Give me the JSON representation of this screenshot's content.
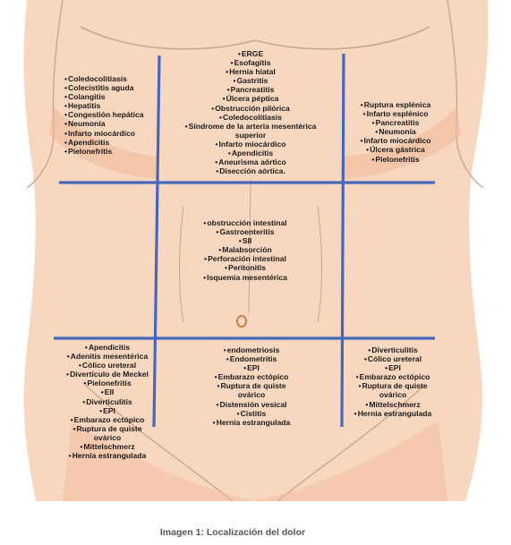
{
  "colors": {
    "skin": "#f8d7c0",
    "skin_shadow": "#efb898",
    "outline": "#c9a58d",
    "grid_line": "#4466bb",
    "navel": "#c57d4a"
  },
  "regions": {
    "right_hypochondrium": [
      "Coledocolitiasis",
      "Colecistitis aguda",
      "Colangitis",
      "Hepatitis",
      "Congestión hepática",
      "Neumonía",
      "Infarto miocárdico",
      "Apendicitis",
      "Pielonefritis"
    ],
    "epigastrium": [
      "ERGE",
      "Esofagitis",
      "Hernia hiatal",
      "Gastritis",
      "Pancreatitis",
      "Úlcera péptica",
      "Obstrucción pilórica",
      "Coledocolitiasis",
      "Síndrome de la arteria mesentérica superior",
      "Infarto miocárdico",
      "Apendicitis",
      "Aneurisma aórtico",
      "Disección aórtica."
    ],
    "left_hypochondrium": [
      "Ruptura esplénica",
      "Infarto esplénico",
      "Pancreatitis",
      "Neumonía",
      "Infarto miocárdico",
      "Úlcera gástrica",
      "Pielonefritis"
    ],
    "umbilical": [
      "obstrucción intestinal",
      "Gastroenteritis",
      "SII",
      "Malabsorción",
      "Perforación intestinal",
      "Peritonitis",
      "Isquemia mesentérica"
    ],
    "right_iliac": [
      "Apendicitis",
      "Adenitis mesentérica",
      "Cólico ureteral",
      "Divertículo de Meckel",
      "Pielonefritis",
      "EII",
      "Diverticulitis",
      "EPI",
      "Embarazo ectópico",
      "Ruptura de quiste ovárico",
      "Mittelschmerz",
      "Hernia estrangulada"
    ],
    "hypogastrium": [
      "endometriosis",
      "Endometritis",
      "EPI",
      "Embarazo ectópico",
      "Ruptura de quiste ovárico",
      "Distensión vesical",
      "Cistitis",
      "Hernia estrangulada"
    ],
    "left_iliac": [
      "Diverticulitis",
      "Cólico ureteral",
      "EPI",
      "Embarazo ectópico",
      "Ruptura de quiste ovárico",
      "Mittelschmerz",
      "Hernia estrangulada"
    ]
  },
  "caption": "Imagen 1: Localización del dolor"
}
